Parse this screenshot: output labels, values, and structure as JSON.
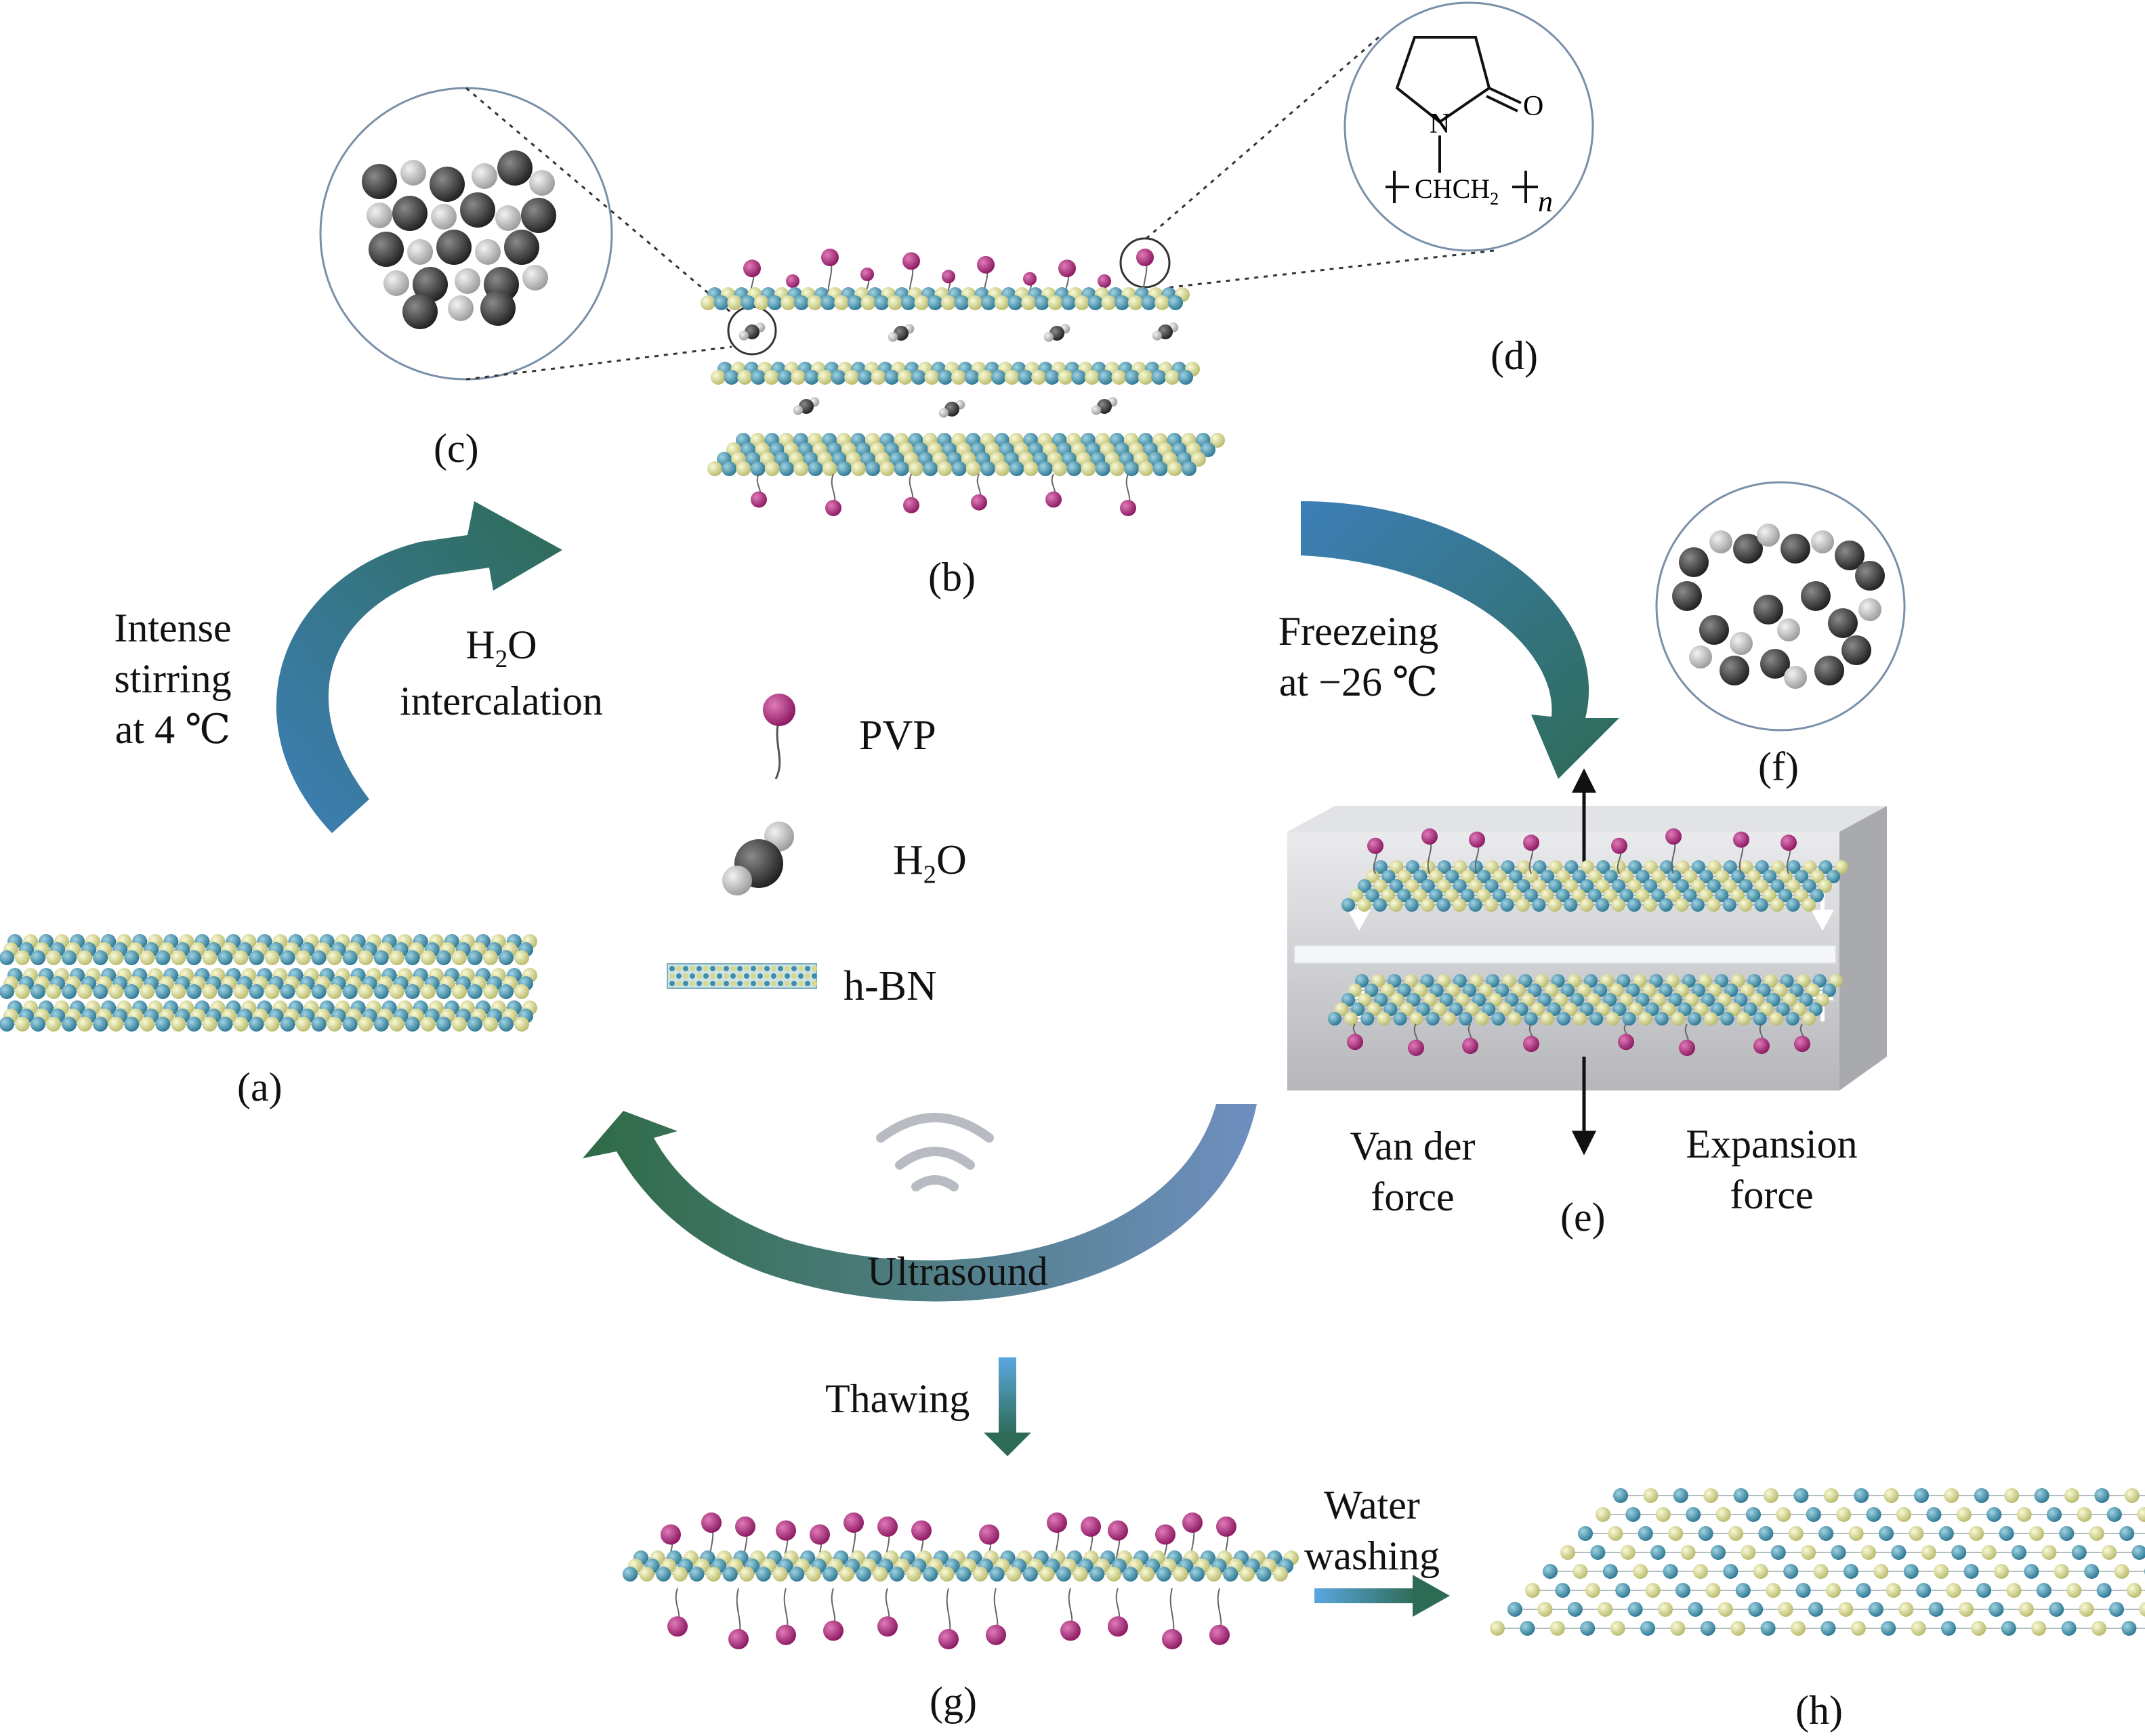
{
  "captions": {
    "a": "(a)",
    "b": "(b)",
    "c": "(c)",
    "d": "(d)",
    "e": "(e)",
    "f": "(f)",
    "g": "(g)",
    "h": "(h)"
  },
  "steps": {
    "stirring": [
      "Intense",
      "stirring",
      "at 4 ℃"
    ],
    "intercalation_h": "H",
    "intercalation_sub": "2",
    "intercalation_o": "O",
    "intercalation_word": "intercalation",
    "freezing": [
      "Freezeing",
      "at −26 ℃"
    ],
    "ultrasound": "Ultrasound",
    "thawing": "Thawing",
    "washing": [
      "Water",
      "washing"
    ]
  },
  "forces": {
    "van_der": [
      "Van der",
      "force"
    ],
    "expansion": [
      "Expansion",
      "force"
    ]
  },
  "legend": {
    "pvp": "PVP",
    "water_h": "H",
    "water_sub": "2",
    "water_o": "O",
    "hbn": "h-BN"
  },
  "pvp_structure": {
    "n_atom": "N",
    "o_atom": "O",
    "chain": "CHCH",
    "chain_sub": "2",
    "repeat": "n"
  },
  "colors": {
    "boron": "#3d8ea6",
    "nitrogen": "#d6d98a",
    "pvp": "#b0287a",
    "water": "#4a4a4a",
    "arrow_blue": "#3d7fb8",
    "arrow_green": "#2e6b45",
    "box": "#bfc0c4"
  }
}
